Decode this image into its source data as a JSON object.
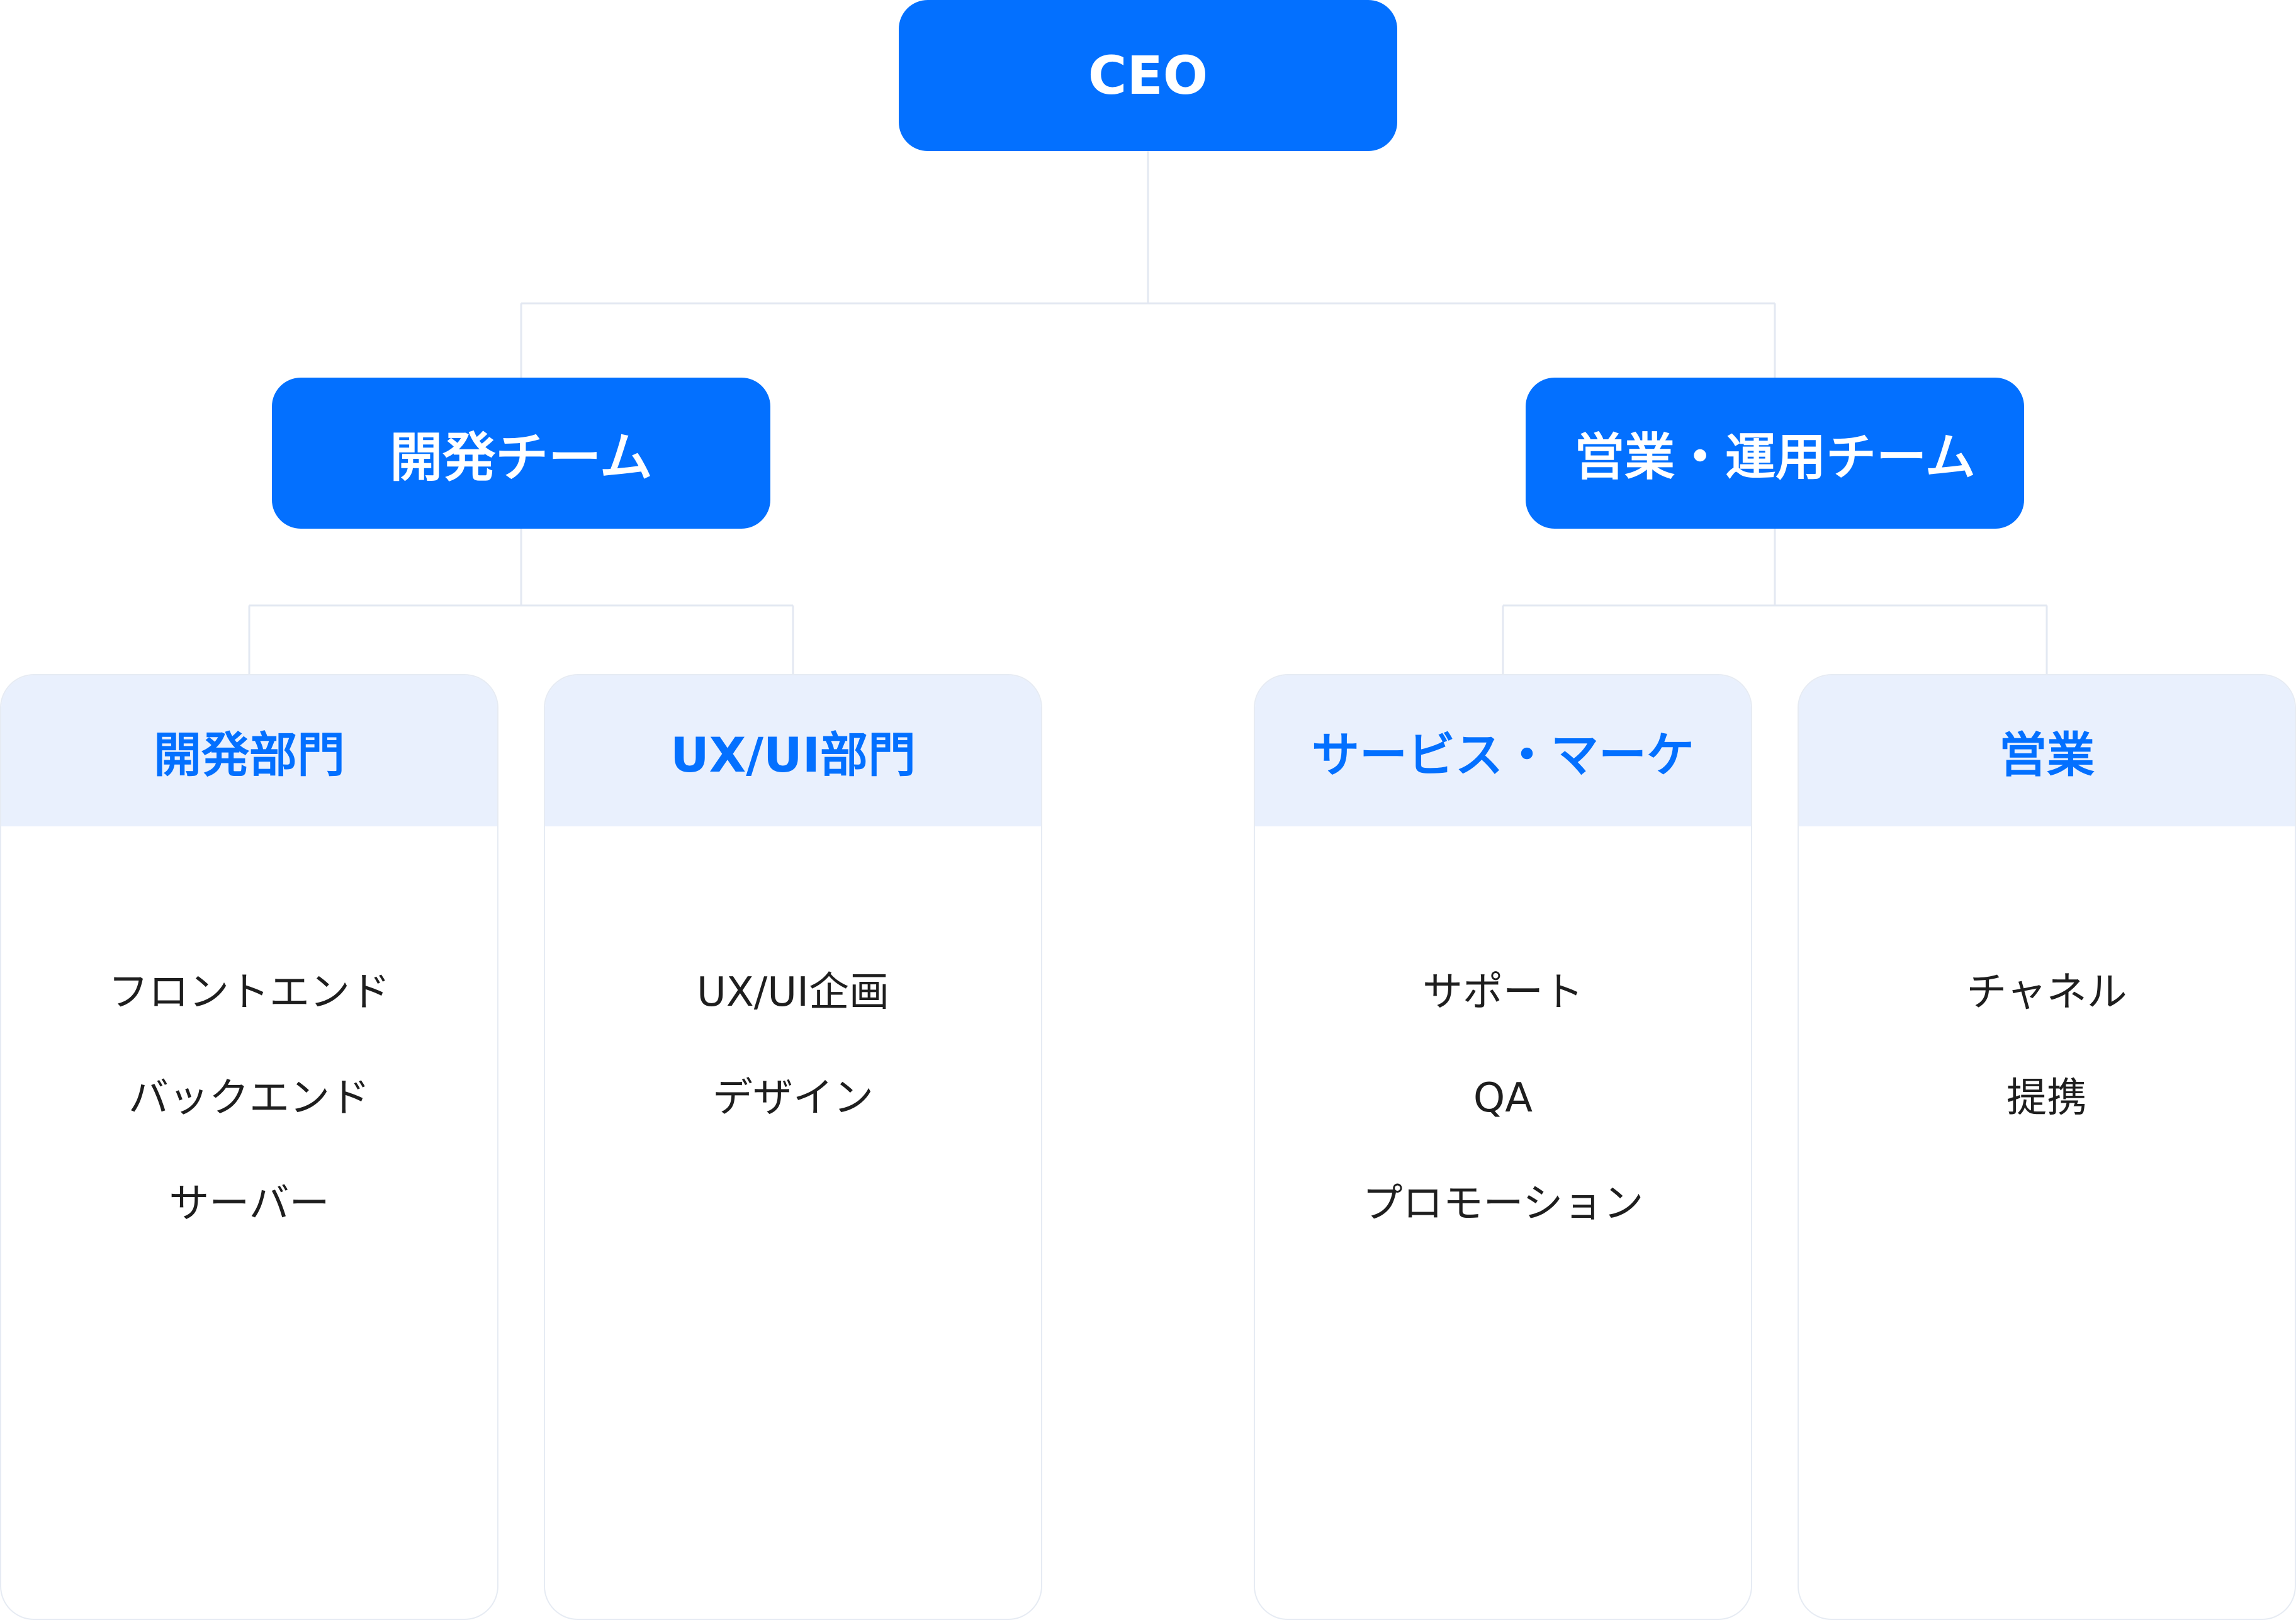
{
  "ceo": {
    "label": "CEO"
  },
  "teams": [
    {
      "label": "開発チーム",
      "departments": [
        {
          "title": "開発部門",
          "items": [
            "フロントエンド",
            "バックエンド",
            "サーバー"
          ]
        },
        {
          "title": "UX/UI部門",
          "items": [
            "UX/UI企画",
            "デザイン"
          ]
        }
      ]
    },
    {
      "label": "営業・運用チーム",
      "departments": [
        {
          "title": "サービス・マーケ",
          "items": [
            "サポート",
            "QA",
            "プロモーション"
          ]
        },
        {
          "title": "営業",
          "items": [
            "チャネル",
            "提携"
          ]
        }
      ]
    }
  ],
  "colors": {
    "primary": "#0370ff",
    "header_bg": "#e9f0fd",
    "connector": "#e3e8f2",
    "text": "#1e1e1e",
    "background": "#ffffff"
  }
}
